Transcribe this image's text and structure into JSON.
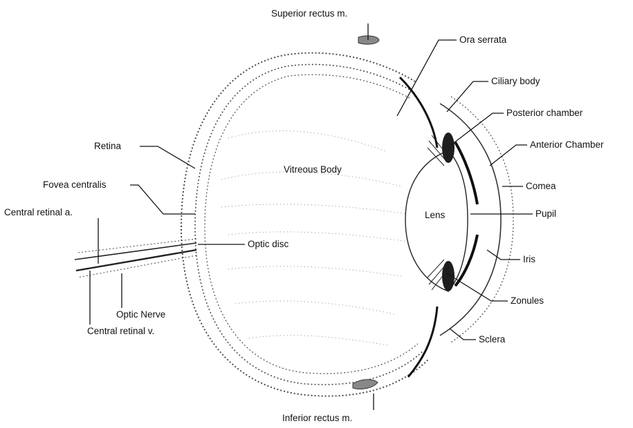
{
  "labels": {
    "superior_rectus": "Superior rectus m.",
    "ora_serrata": "Ora serrata",
    "ciliary_body": "Ciliary body",
    "posterior_chamber": "Posterior chamber",
    "anterior_chamber": "Anterior Chamber",
    "cornea": "Comea",
    "pupil": "Pupil",
    "lens": "Lens",
    "iris": "Iris",
    "zonules": "Zonules",
    "sclera": "Sclera",
    "inferior_rectus": "Inferior rectus m.",
    "vitreous_body": "Vitreous Body",
    "retina": "Retina",
    "fovea_centralis": "Fovea centralis",
    "central_retinal_a": "Central retinal a.",
    "optic_disc": "Optic disc",
    "optic_nerve": "Optic Nerve",
    "central_retinal_v": "Central retinal v."
  }
}
